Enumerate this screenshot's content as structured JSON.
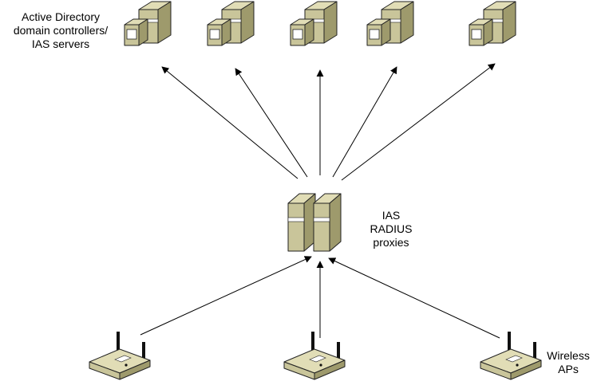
{
  "labels": {
    "dc_line1": "Active Directory",
    "dc_line2": "domain controllers/",
    "dc_line3": "IAS servers",
    "proxy_line1": "IAS",
    "proxy_line2": "RADIUS",
    "proxy_line3": "proxies",
    "ap_line1": "Wireless",
    "ap_line2": "APs"
  },
  "counts": {
    "domain_controllers": 5,
    "proxy_servers": 2,
    "access_points": 3
  },
  "colors": {
    "device_front": "#c9c59a",
    "device_side": "#9e9a6c",
    "device_top": "#e1ddb6",
    "outline": "#222222",
    "connector": "#000000"
  }
}
